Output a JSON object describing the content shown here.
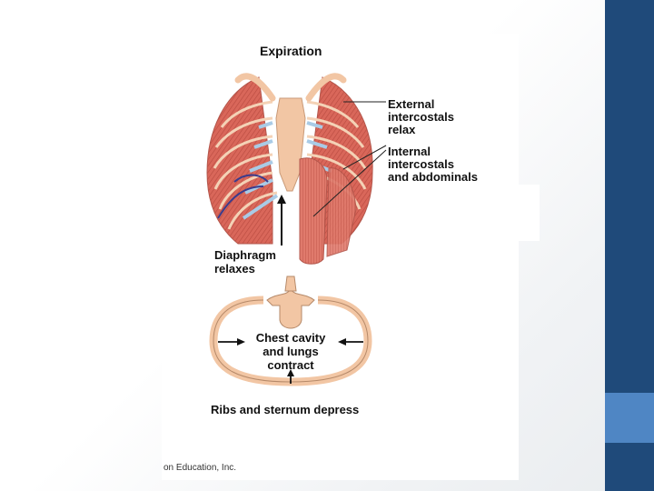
{
  "figure": {
    "title": "Expiration",
    "labels": {
      "external_intercostals": [
        "External",
        "intercostals",
        "relax"
      ],
      "internal_intercostals": [
        "Internal",
        "intercostals",
        "and abdominals"
      ],
      "diaphragm": [
        "Diaphragm",
        "relaxes"
      ],
      "chest_cavity": [
        "Chest cavity",
        "and lungs",
        "contract"
      ],
      "ribs": "Ribs and sternum depress"
    },
    "copyright": "on Education, Inc."
  },
  "colors": {
    "sidebar": "#1f4a7a",
    "sidebar_accent": "#4f86c4",
    "muscle": "#d9675a",
    "rib": "#f2c6a4",
    "cartilage": "#a9cbe6",
    "diaphragm_line": "#3c3c8c"
  },
  "icons": [
    "arrow-up-icon",
    "arrow-left-icon",
    "arrow-right-icon"
  ]
}
